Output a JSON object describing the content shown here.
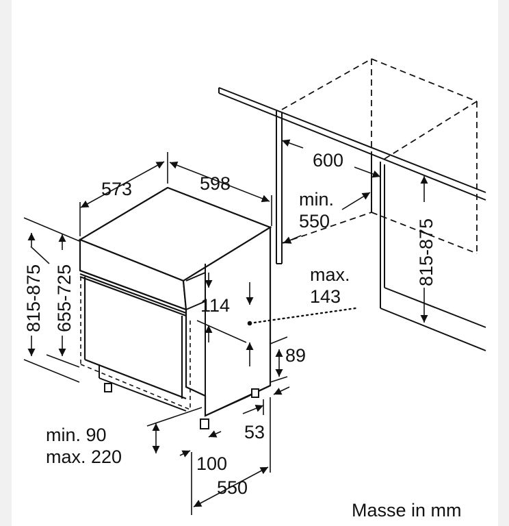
{
  "dimensions": {
    "d573": "573",
    "d598": "598",
    "d600": "600",
    "min550_line1": "min.",
    "min550_line2": "550",
    "d815_875_left": "815-875",
    "d655_725": "655-725",
    "d815_875_right": "815-875",
    "max143_line1": "max.",
    "max143_line2": "143",
    "d114": "114",
    "d89": "89",
    "d53": "53",
    "min90": "min. 90",
    "max220": "max. 220",
    "d100": "100",
    "d550_bottom": "550"
  },
  "caption": "Masse in mm",
  "colors": {
    "line": "#111111",
    "background": "#ffffff",
    "margin": "#f1f1f1"
  }
}
